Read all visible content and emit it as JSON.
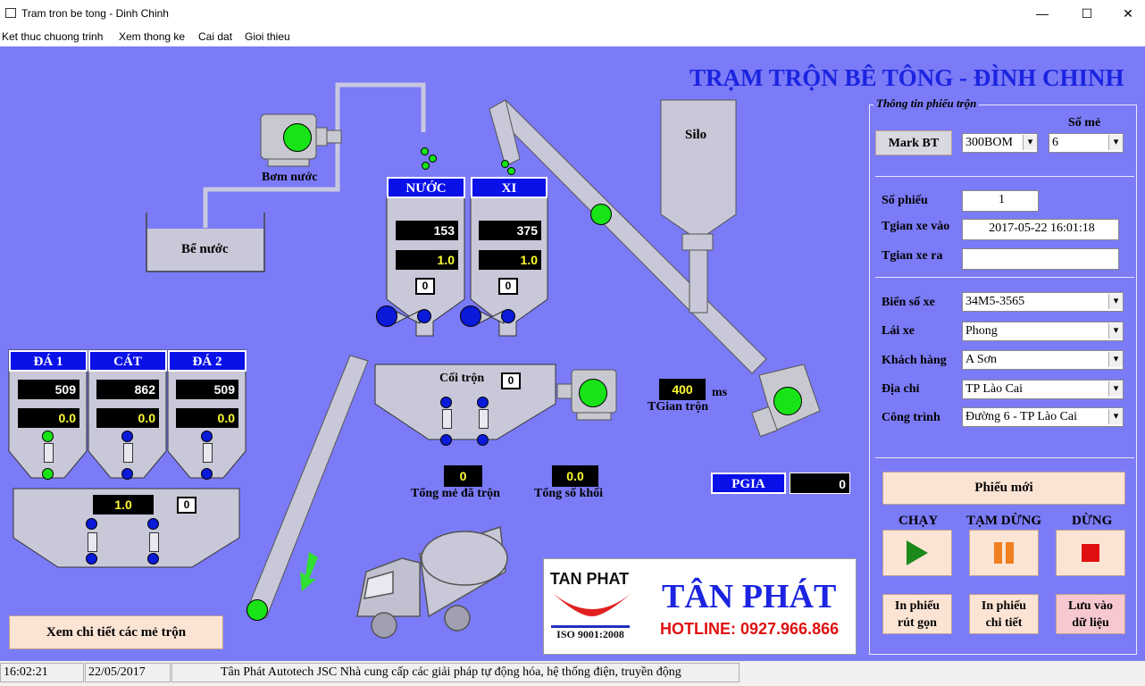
{
  "window": {
    "title": "Tram tron be tong - Dinh Chinh",
    "minimize": "—",
    "maximize": "☐",
    "close": "✕"
  },
  "menu": [
    "Ket thuc chuong trinh",
    "Xem thong ke",
    "Cai dat",
    "Gioi thieu"
  ],
  "header": {
    "title": "TRẠM TRỘN BÊ TÔNG - ĐÌNH CHINH"
  },
  "plant": {
    "pump_label": "Bơm nước",
    "tank_label": "Bể nước",
    "silo_label": "Silo",
    "water": {
      "name": "NƯỚC",
      "target": "153",
      "actual": "1.0",
      "count": "0"
    },
    "cement": {
      "name": "XI",
      "target": "375",
      "actual": "1.0",
      "count": "0"
    },
    "aggregates": [
      {
        "name": "ĐÁ 1",
        "target": "509",
        "actual": "0.0"
      },
      {
        "name": "CÁT",
        "target": "862",
        "actual": "0.0"
      },
      {
        "name": "ĐÁ 2",
        "target": "509",
        "actual": "0.0"
      }
    ],
    "scale": {
      "value": "1.0",
      "count": "0"
    },
    "mixer": {
      "label": "Cối trộn",
      "count": "0"
    },
    "mix_time": {
      "value": "400",
      "unit": "ms",
      "label": "TGian trộn"
    },
    "total_batches": {
      "value": "0",
      "label": "Tổng mẻ đã trộn"
    },
    "total_volume": {
      "value": "0.0",
      "label": "Tổng số khối"
    },
    "pgia": {
      "label": "PGIA",
      "value": "0"
    },
    "details_button": "Xem chi tiết các mẻ trộn"
  },
  "logo": {
    "brand_small": "TAN PHAT",
    "iso": "ISO 9001:2008",
    "brand": "TÂN PHÁT",
    "hotline": "HOTLINE: 0927.966.866"
  },
  "ticket": {
    "legend": "Thông tin phiếu trộn",
    "mark_label": "Mark BT",
    "mark_value": "300BOM",
    "batches_label": "Số mẻ",
    "batches_value": "6",
    "ticket_no_label": "Số phiếu",
    "ticket_no_value": "1",
    "time_in_label": "Tgian xe vào",
    "time_in_value": "2017-05-22 16:01:18",
    "time_out_label": "Tgian xe ra",
    "time_out_value": "",
    "plate_label": "Biển số xe",
    "plate_value": "34M5-3565",
    "driver_label": "Lái xe",
    "driver_value": "Phong",
    "customer_label": "Khách hàng",
    "customer_value": "A Sơn",
    "address_label": "Địa chỉ",
    "address_value": "TP Lào Cai",
    "site_label": "Công trình",
    "site_value": "Đường 6 - TP Lào Cai"
  },
  "controls": {
    "new_ticket": "Phiếu mới",
    "run_label": "CHẠY",
    "pause_label": "TẠM DỪNG",
    "stop_label": "DỪNG",
    "print_short": [
      "In phiếu",
      "rút gọn"
    ],
    "print_detail": [
      "In phiếu",
      "chi tiết"
    ],
    "save": [
      "Lưu vào",
      "dữ liệu"
    ]
  },
  "status": {
    "time": "16:02:21",
    "date": "22/05/2017",
    "message": "Tân Phát Autotech JSC Nhà cung cấp các giải pháp tự động hóa, hệ thống điện, truyền động"
  },
  "colors": {
    "background": "#7b7bf7",
    "title": "#1b24e0",
    "indicator_on": "#17e317",
    "indicator_off": "#0a1ad8"
  }
}
